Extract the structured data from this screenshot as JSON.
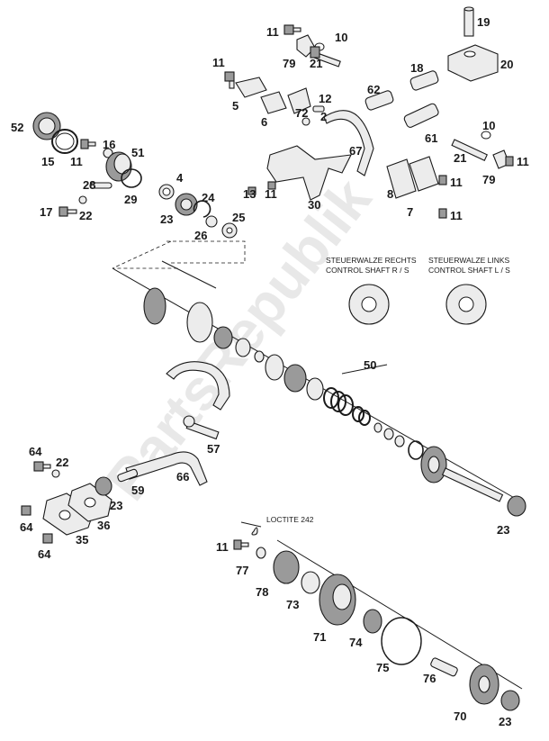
{
  "labels": {
    "n2": "2",
    "n4": "4",
    "n5": "5",
    "n6": "6",
    "n7": "7",
    "n8": "8",
    "n10a": "10",
    "n10b": "10",
    "n11a": "11",
    "n11b": "11",
    "n11c": "11",
    "n11d": "11",
    "n11e": "11",
    "n11f": "11",
    "n11g": "11",
    "n12": "12",
    "n13": "13",
    "n15": "15",
    "n16": "16",
    "n17": "17",
    "n18": "18",
    "n19": "19",
    "n20": "20",
    "n21a": "21",
    "n21b": "21",
    "n22a": "22",
    "n22b": "22",
    "n23a": "23",
    "n23b": "23",
    "n23c": "23",
    "n23d": "23",
    "n24": "24",
    "n25": "25",
    "n26": "26",
    "n28": "28",
    "n29": "29",
    "n30": "30",
    "n35": "35",
    "n36": "36",
    "n50": "50",
    "n51": "51",
    "n52": "52",
    "n57": "57",
    "n59": "59",
    "n61": "61",
    "n62": "62",
    "n64a": "64",
    "n64b": "64",
    "n64c": "64",
    "n66": "66",
    "n67": "67",
    "n70": "70",
    "n71": "71",
    "n72": "72",
    "n73": "73",
    "n74": "74",
    "n75": "75",
    "n76": "76",
    "n77": "77",
    "n78": "78",
    "n79a": "79",
    "n79b": "79"
  },
  "notes": {
    "loctite": "LOCTITE 242",
    "right_de": "STEUERWALZE RECHTS",
    "right_en": "CONTROL SHAFT R / S",
    "left_de": "STEUERWALZE LINKS",
    "left_en": "CONTROL SHAFT L / S"
  },
  "watermark": "PartsRepublik"
}
